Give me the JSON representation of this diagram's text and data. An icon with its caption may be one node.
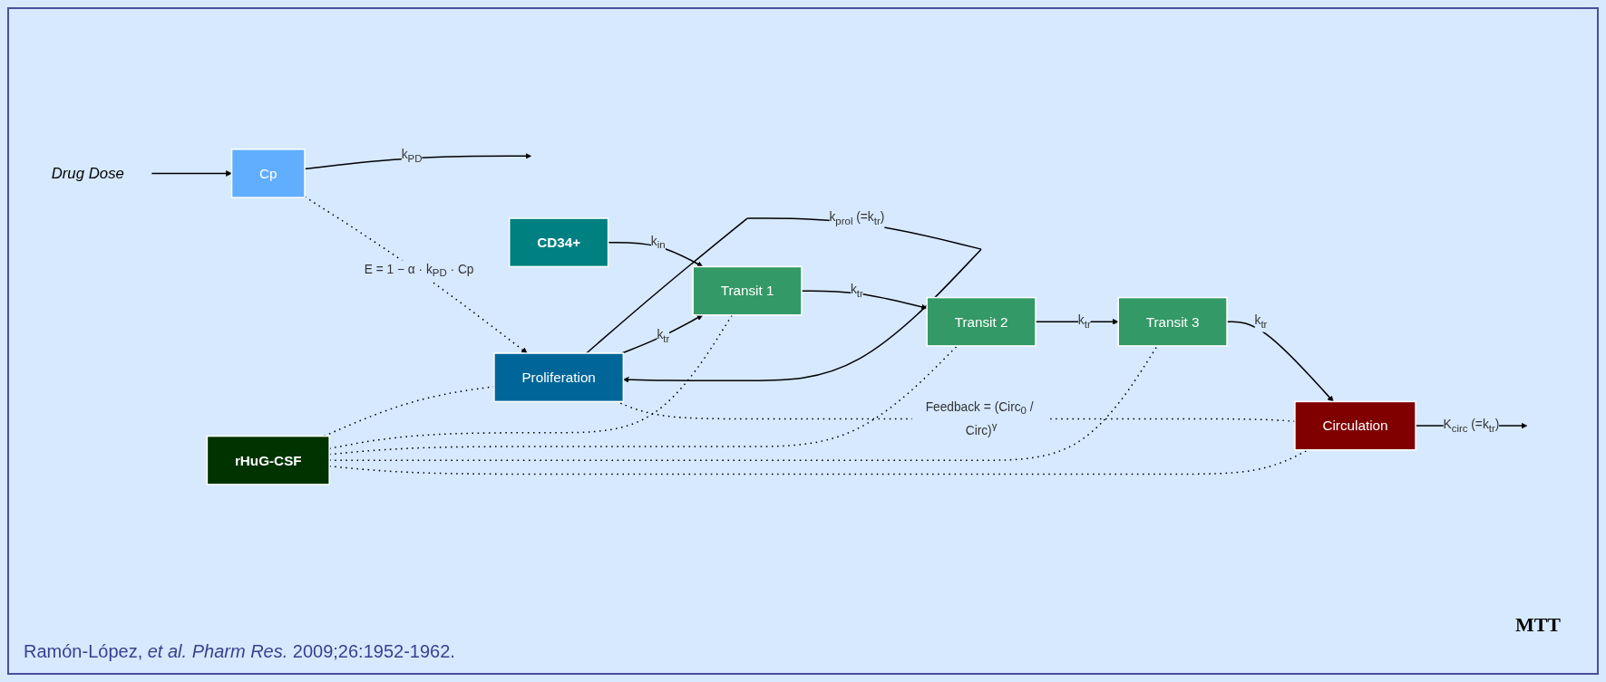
{
  "diagram": {
    "caption": "Ramón-López, *et al. Pharm Res.* 2009;26:1952-1962.",
    "nodes": [
      {
        "text": [
          "Drug Dose"
        ]
      },
      {
        "text": [
          "Cp"
        ]
      },
      {
        "text": [
          "Proliferation"
        ]
      },
      {
        "text": [
          "Transit 1"
        ]
      },
      {
        "text": [
          "Transit 2"
        ]
      },
      {
        "text": [
          "Transit 3"
        ]
      },
      {
        "text": [
          "Circulation"
        ]
      },
      {
        "text": [
          "CD34+"
        ]
      },
      {
        "text": [
          "rHuG-CSF"
        ]
      }
    ],
    "edges": [
      {
        "from": 0,
        "to": 1,
        "arrow": "to"
      },
      {
        "from": 1,
        "to": null,
        "arrow": "to",
        "label": "k$_{PD}$"
      },
      {
        "from": 1,
        "to": 2,
        "arrow": "to",
        "label": "E = 1 − α · k$_{PD}$ · Cp",
        "style": "dashed"
      },
      {
        "from": 2,
        "to": 2,
        "arrow": "to",
        "label": "k$_{prol}$ (=k$_{tr}$)"
      },
      {
        "from": 2,
        "to": 3,
        "arrow": "to",
        "label": "k$_{tr}$"
      },
      {
        "from": 3,
        "to": 4,
        "arrow": "to",
        "label": "k$_{tr}$"
      },
      {
        "from": 4,
        "to": 5,
        "arrow": "to",
        "label": "k$_{tr}$"
      },
      {
        "from": 5,
        "to": 6,
        "arrow": "to",
        "label": "k$_{tr}$"
      },
      {
        "from": 6,
        "to": null,
        "arrow": "to",
        "label": "K$_{circ}$ (=k$_{tr}$)"
      },
      {
        "from": 7,
        "to": 3,
        "arrow": "to",
        "label": "k$_{in}$"
      },
      {
        "from": 6,
        "to": 2,
        "arrow": "none",
        "label": "Feedback = (Circ$_{0}$ / Circ)$^{γ}$",
        "style": "dashed"
      },
      {
        "from": 8,
        "to": 2,
        "arrow": "none",
        "style": "dashed"
      },
      {
        "from": 8,
        "to": 3,
        "arrow": "none",
        "style": "dashed"
      },
      {
        "from": 8,
        "to": 4,
        "arrow": "none",
        "style": "dashed"
      },
      {
        "from": 8,
        "to": 5,
        "arrow": "none",
        "style": "dashed"
      },
      {
        "from": 8,
        "to": 6,
        "arrow": "none",
        "style": "dashed"
      }
    ],
    "labels": [
      "MTT"
    ]
  }
}
